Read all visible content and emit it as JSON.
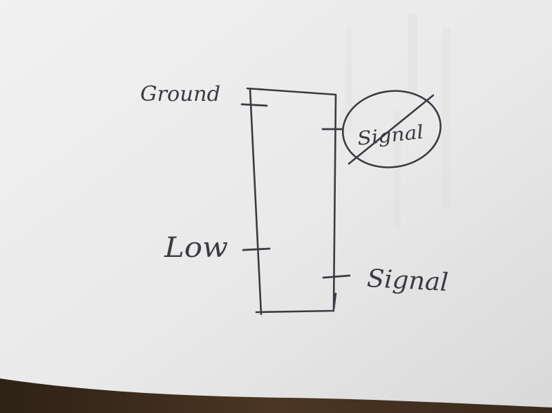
{
  "labels": {
    "ground": "Ground",
    "low": "Low",
    "signal_crossed": "Signal",
    "signal": "Signal"
  },
  "colors": {
    "paper": "#ececec",
    "ink": "#3b3a42",
    "desk": "#3a2a1c"
  }
}
